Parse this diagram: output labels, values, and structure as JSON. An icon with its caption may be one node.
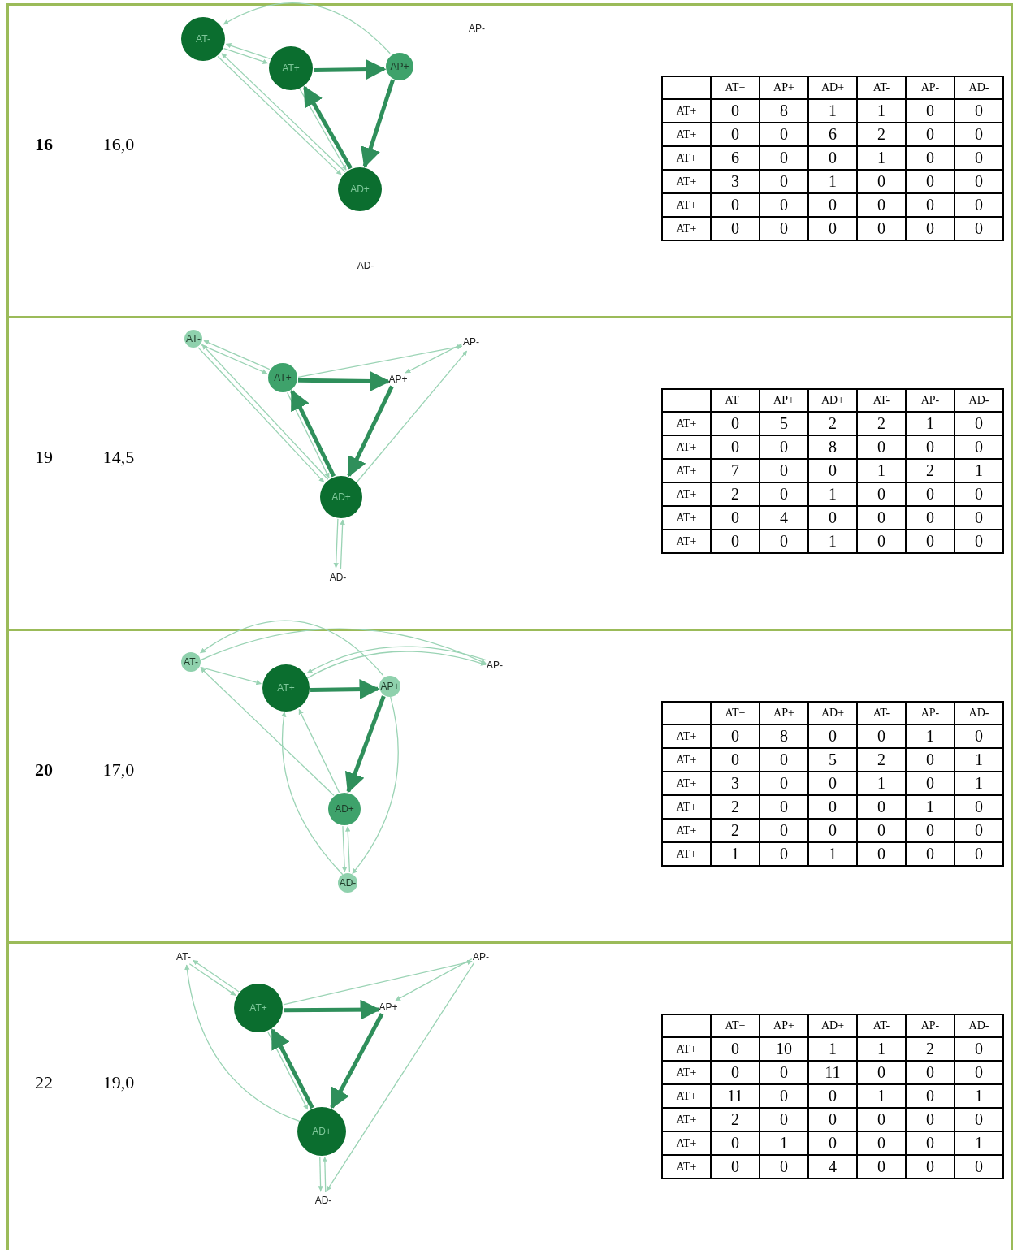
{
  "diagram": {
    "nodes": [
      {
        "text": [
          "AT-"
        ]
      },
      {
        "text": [
          "AT+"
        ]
      },
      {
        "text": [
          "AP+"
        ]
      },
      {
        "text": [
          "AP-"
        ]
      },
      {
        "text": [
          "AD+"
        ]
      },
      {
        "text": [
          "AD-"
        ]
      },
      {
        "text": [
          "AT-"
        ]
      },
      {
        "text": [
          "AT+"
        ]
      },
      {
        "text": [
          "AP+"
        ]
      },
      {
        "text": [
          "AP-"
        ]
      },
      {
        "text": [
          "AD+"
        ]
      },
      {
        "text": [
          "AD-"
        ]
      },
      {
        "text": [
          "AT-"
        ]
      },
      {
        "text": [
          "AT+"
        ]
      },
      {
        "text": [
          "AP+"
        ]
      },
      {
        "text": [
          "AP-"
        ]
      },
      {
        "text": [
          "AD+"
        ]
      },
      {
        "text": [
          "AD-"
        ]
      },
      {
        "text": [
          "AT-"
        ]
      },
      {
        "text": [
          "AT+"
        ]
      },
      {
        "text": [
          "AP+"
        ]
      },
      {
        "text": [
          "AP-"
        ]
      },
      {
        "text": [
          "AD+"
        ]
      },
      {
        "text": [
          "AD-"
        ]
      }
    ],
    "edges": [
      {
        "from": 1,
        "to": 2,
        "arrow": "to",
        "style": "thick",
        "color": "#2f8f5b"
      },
      {
        "from": 1,
        "to": 4,
        "arrow": "to"
      },
      {
        "from": 1,
        "to": 0,
        "arrow": "to"
      },
      {
        "from": 2,
        "to": 4,
        "arrow": "to",
        "style": "thick",
        "color": "#2f8f5b"
      },
      {
        "from": 2,
        "to": 0,
        "arrow": "to"
      },
      {
        "from": 4,
        "to": 1,
        "arrow": "to",
        "style": "thick",
        "color": "#2f8f5b"
      },
      {
        "from": 4,
        "to": 0,
        "arrow": "to"
      },
      {
        "from": 0,
        "to": 1,
        "arrow": "to"
      },
      {
        "from": 0,
        "to": 4,
        "arrow": "to"
      },
      {
        "from": 7,
        "to": 8,
        "arrow": "to",
        "style": "thick",
        "color": "#2f8f5b"
      },
      {
        "from": 7,
        "to": 10,
        "arrow": "to"
      },
      {
        "from": 7,
        "to": 6,
        "arrow": "to"
      },
      {
        "from": 7,
        "to": 9,
        "arrow": "to"
      },
      {
        "from": 8,
        "to": 10,
        "arrow": "to",
        "style": "thick",
        "color": "#2f8f5b"
      },
      {
        "from": 10,
        "to": 7,
        "arrow": "to",
        "style": "thick",
        "color": "#2f8f5b"
      },
      {
        "from": 10,
        "to": 6,
        "arrow": "to"
      },
      {
        "from": 10,
        "to": 9,
        "arrow": "to"
      },
      {
        "from": 10,
        "to": 11,
        "arrow": "to"
      },
      {
        "from": 6,
        "to": 7,
        "arrow": "to"
      },
      {
        "from": 6,
        "to": 10,
        "arrow": "to"
      },
      {
        "from": 9,
        "to": 8,
        "arrow": "to"
      },
      {
        "from": 11,
        "to": 10,
        "arrow": "to"
      },
      {
        "from": 13,
        "to": 14,
        "arrow": "to",
        "style": "thick",
        "color": "#2f8f5b"
      },
      {
        "from": 13,
        "to": 15,
        "arrow": "to"
      },
      {
        "from": 14,
        "to": 16,
        "arrow": "to",
        "style": "thick",
        "color": "#2f8f5b"
      },
      {
        "from": 14,
        "to": 12,
        "arrow": "to"
      },
      {
        "from": 14,
        "to": 17,
        "arrow": "to"
      },
      {
        "from": 16,
        "to": 13,
        "arrow": "to"
      },
      {
        "from": 16,
        "to": 12,
        "arrow": "to"
      },
      {
        "from": 16,
        "to": 17,
        "arrow": "to"
      },
      {
        "from": 12,
        "to": 13,
        "arrow": "to"
      },
      {
        "from": 12,
        "to": 15,
        "arrow": "to"
      },
      {
        "from": 15,
        "to": 13,
        "arrow": "to"
      },
      {
        "from": 17,
        "to": 13,
        "arrow": "to"
      },
      {
        "from": 17,
        "to": 16,
        "arrow": "to"
      },
      {
        "from": 19,
        "to": 20,
        "arrow": "to",
        "style": "thick",
        "color": "#2f8f5b"
      },
      {
        "from": 19,
        "to": 22,
        "arrow": "to"
      },
      {
        "from": 19,
        "to": 18,
        "arrow": "to"
      },
      {
        "from": 19,
        "to": 21,
        "arrow": "to"
      },
      {
        "from": 20,
        "to": 22,
        "arrow": "to",
        "style": "thick",
        "color": "#2f8f5b"
      },
      {
        "from": 22,
        "to": 19,
        "arrow": "to",
        "style": "thick",
        "color": "#2f8f5b"
      },
      {
        "from": 22,
        "to": 18,
        "arrow": "to"
      },
      {
        "from": 22,
        "to": 23,
        "arrow": "to"
      },
      {
        "from": 18,
        "to": 19,
        "arrow": "to"
      },
      {
        "from": 21,
        "to": 20,
        "arrow": "to"
      },
      {
        "from": 21,
        "to": 23,
        "arrow": "to"
      },
      {
        "from": 23,
        "to": 22,
        "arrow": "to"
      }
    ],
    "labels": [
      "16",
      "16,0",
      "AT+",
      "AP+",
      "AD+",
      "AT-",
      "AP-",
      "AD-",
      "AT+",
      "0",
      "8",
      "1",
      "1",
      "0",
      "0",
      "AT+",
      "0",
      "0",
      "6",
      "2",
      "0",
      "0",
      "AT+",
      "6",
      "0",
      "0",
      "1",
      "0",
      "0",
      "AT+",
      "3",
      "0",
      "1",
      "0",
      "0",
      "0",
      "AT+",
      "0",
      "0",
      "0",
      "0",
      "0",
      "0",
      "AT+",
      "0",
      "0",
      "0",
      "0",
      "0",
      "0",
      "19",
      "14,5",
      "AT+",
      "AP+",
      "AD+",
      "AT-",
      "AP-",
      "AD-",
      "AT+",
      "0",
      "5",
      "2",
      "2",
      "1",
      "0",
      "AT+",
      "0",
      "0",
      "8",
      "0",
      "0",
      "0",
      "AT+",
      "7",
      "0",
      "0",
      "1",
      "2",
      "1",
      "AT+",
      "2",
      "0",
      "1",
      "0",
      "0",
      "0",
      "AT+",
      "0",
      "4",
      "0",
      "0",
      "0",
      "0",
      "AT+",
      "0",
      "0",
      "1",
      "0",
      "0",
      "0",
      "20",
      "17,0",
      "AT+",
      "AP+",
      "AD+",
      "AT-",
      "AP-",
      "AD-",
      "AT+",
      "0",
      "8",
      "0",
      "0",
      "1",
      "0",
      "AT+",
      "0",
      "0",
      "5",
      "2",
      "0",
      "1",
      "AT+",
      "3",
      "0",
      "0",
      "1",
      "0",
      "1",
      "AT+",
      "2",
      "0",
      "0",
      "0",
      "1",
      "0",
      "AT+",
      "2",
      "0",
      "0",
      "0",
      "0",
      "0",
      "AT+",
      "1",
      "0",
      "1",
      "0",
      "0",
      "0",
      "22",
      "19,0",
      "AT+",
      "AP+",
      "AD+",
      "AT-",
      "AP-",
      "AD-",
      "AT+",
      "0",
      "10",
      "1",
      "1",
      "2",
      "0",
      "AT+",
      "0",
      "0",
      "11",
      "0",
      "0",
      "0",
      "AT+",
      "11",
      "0",
      "0",
      "1",
      "0",
      "1",
      "AT+",
      "2",
      "0",
      "0",
      "0",
      "0",
      "0",
      "AT+",
      "0",
      "1",
      "0",
      "0",
      "0",
      "1",
      "AT+",
      "0",
      "0",
      "4",
      "0",
      "0",
      "0"
    ]
  }
}
